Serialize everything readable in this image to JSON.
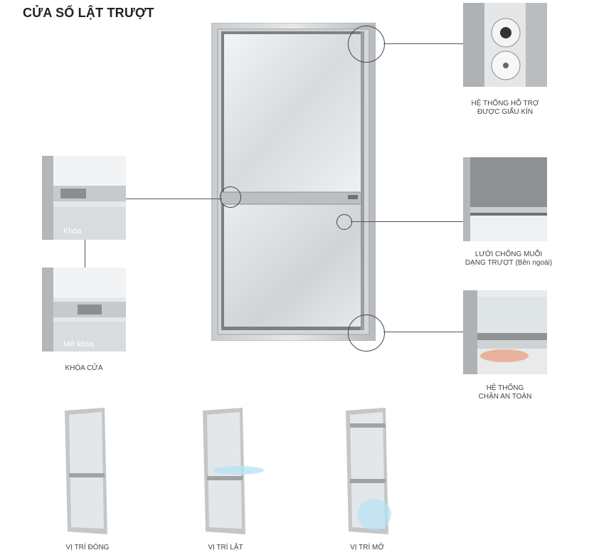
{
  "title": "CỬA SỔ LẬT TRƯỢT",
  "features": {
    "hidden_support": {
      "line1": "HỆ THỐNG HỖ TRỢ",
      "line2": "ĐƯỢC GIẤU KÍN"
    },
    "insect_screen": {
      "line1": "LƯỚI CHỐNG MUỖI",
      "line2": "DẠNG TRƯỢT (Bên ngoài)"
    },
    "safety_stop": {
      "line1": "HỆ THỐNG",
      "line2": "CHẶN AN TOÀN"
    },
    "lock": {
      "locked_label": "Khóa",
      "unlocked_label": "Mở khóa",
      "caption": "KHÓA CỬA"
    }
  },
  "positions": [
    {
      "label": "VỊ TRÍ ĐÓNG"
    },
    {
      "label": "VỊ TRÍ LẬT"
    },
    {
      "label": "VỊ TRÍ MỞ"
    }
  ],
  "colors": {
    "frame": "#bfc3c6",
    "glass": "#dfe3e6",
    "accent_air": "#9fd8f0"
  }
}
